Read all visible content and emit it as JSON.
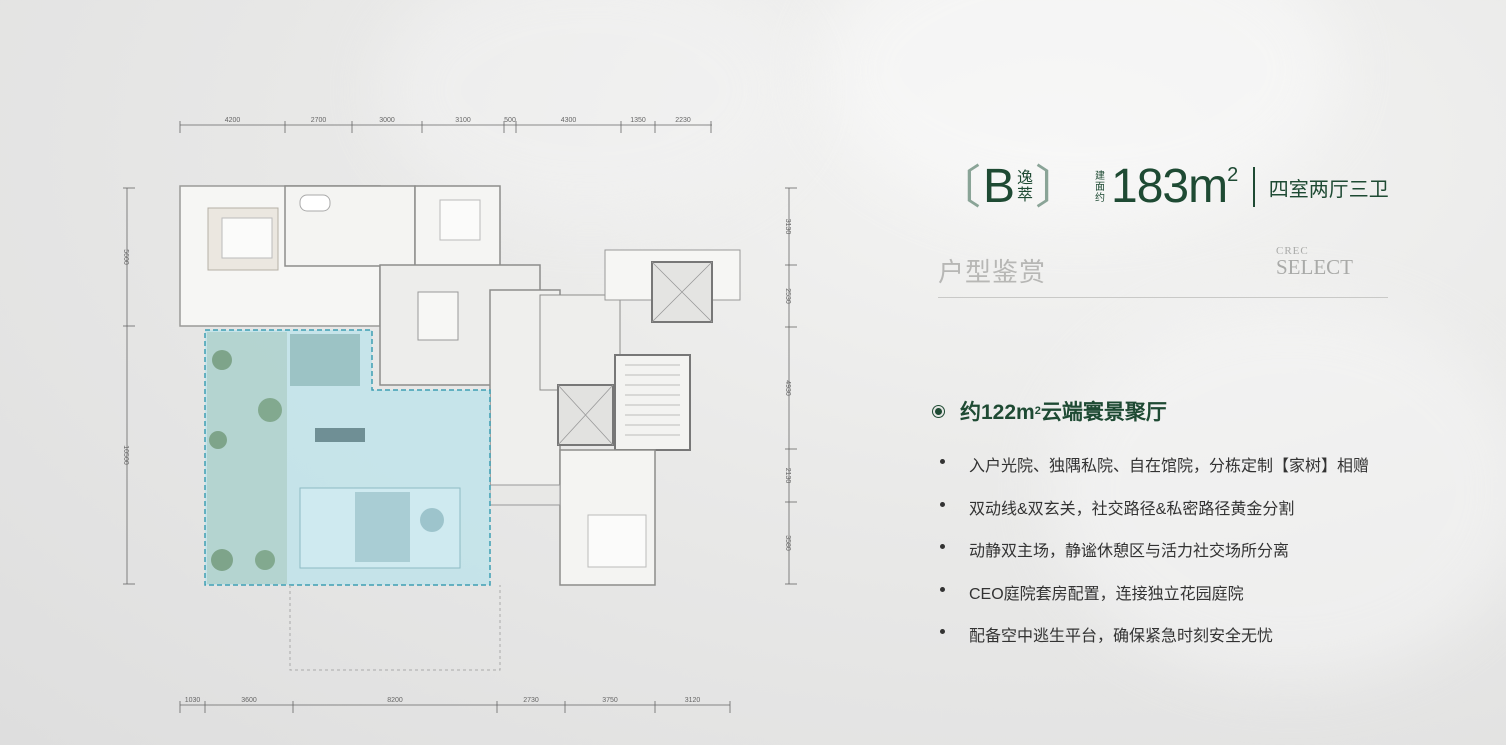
{
  "header": {
    "type_letter": "B",
    "type_name": [
      "逸",
      "萃"
    ],
    "area_label": [
      "建",
      "面",
      "约"
    ],
    "area_value": "183m",
    "area_sup": "2",
    "layout": "四室两厅三卫"
  },
  "subtitle": "户型鉴赏",
  "brand": {
    "line1": "CREC",
    "line2": "SELECT"
  },
  "highlight": {
    "prefix": "约122m",
    "sup": "2",
    "suffix": "云端寰景聚厅"
  },
  "features": [
    "入户光院、独隅私院、自在馆院，分栋定制【家树】相赠",
    "双动线&双玄关，社交路径&私密路径黄金分割",
    "动静双主场，静谧休憩区与活力社交场所分离",
    "CEO庭院套房配置，连接独立花园庭院",
    "配备空中逃生平台，确保紧急时刻安全无忧"
  ],
  "plan": {
    "top_dims": [
      "4200",
      "2700",
      "3000",
      "3100",
      "500",
      "4300",
      "1350",
      "2230"
    ],
    "bottom_dims": [
      "1030",
      "3600",
      "8200",
      "2730",
      "3750",
      "3120"
    ],
    "left_dims": [
      "5600",
      "10500"
    ],
    "right_dims": [
      "3130",
      "2530",
      "4930",
      "2130",
      "3580"
    ]
  },
  "colors": {
    "brand_green": "#1e4a33",
    "living_area": "#bfe3ea",
    "living_border": "#3f9fb3"
  }
}
